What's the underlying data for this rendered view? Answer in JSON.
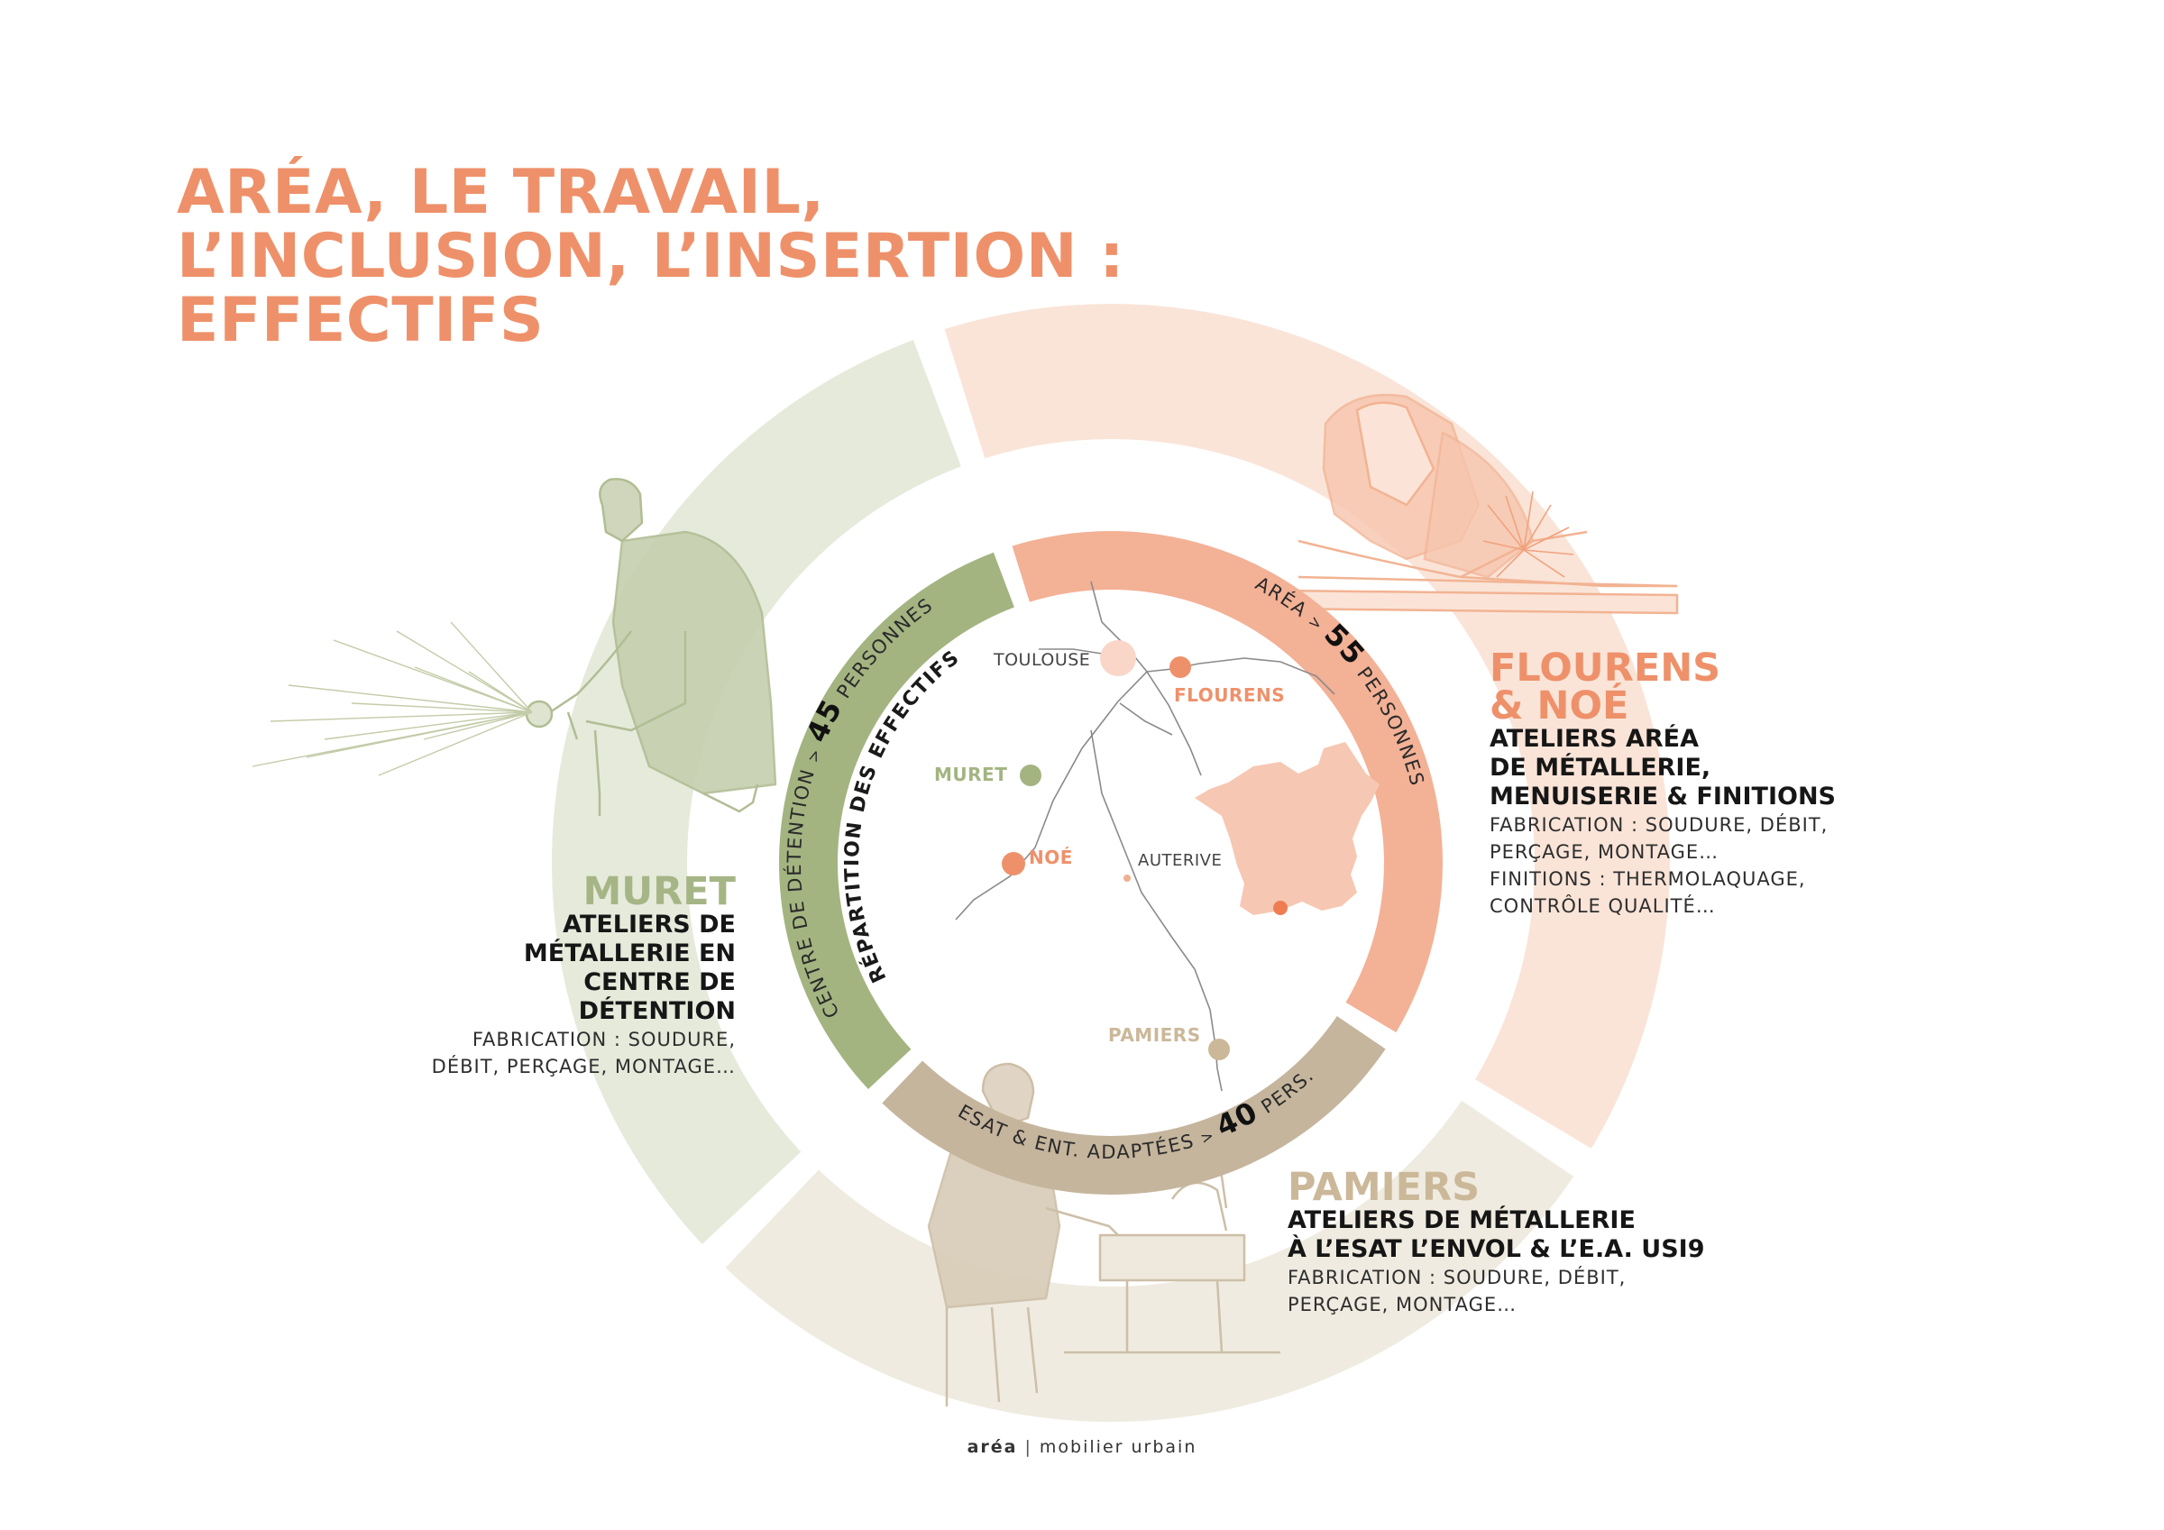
{
  "title": {
    "line1": "ARÉA, LE TRAVAIL,",
    "line2": "L’INCLUSION, L’INSERTION :",
    "line3": "EFFECTIFS"
  },
  "center_label": "RÉPARTITION DES EFFECTIFS",
  "colors": {
    "orange": "#ee916a",
    "green": "#a6b585",
    "beige": "#cbb899",
    "ring_orange": "#f3b196",
    "ring_green": "#a3b481",
    "ring_beige": "#c5b59d"
  },
  "chart_data": {
    "type": "pie",
    "categories": [
      "ARÉA",
      "CENTRE DE DÉTENTION",
      "ESAT & ENT. ADAPTÉES"
    ],
    "values": [
      55,
      45,
      40
    ],
    "labels": [
      {
        "prefix": "ARÉA",
        "arrow": ">",
        "value": "55",
        "unit": "PERSONNES"
      },
      {
        "prefix": "CENTRE DE DÉTENTION",
        "arrow": ">",
        "value": "45",
        "unit": "PERSONNES"
      },
      {
        "prefix": "ESAT & ENT. ADAPTÉES",
        "arrow": ">",
        "value": "40",
        "unit": "PERS."
      }
    ]
  },
  "map": {
    "cities": {
      "toulouse": "TOULOUSE",
      "flourens": "FLOURENS",
      "muret": "MURET",
      "noe": "NOÉ",
      "auterive": "AUTERIVE",
      "pamiers": "PAMIERS"
    }
  },
  "sites": {
    "muret": {
      "name": "MURET",
      "subtitle": [
        "ATELIERS DE",
        "MÉTALLERIE EN",
        "CENTRE DE",
        "DÉTENTION"
      ],
      "desc": [
        "FABRICATION : SOUDURE,",
        "DÉBIT, PERÇAGE, MONTAGE…"
      ]
    },
    "flourens": {
      "name": [
        "FLOURENS",
        "& NOÉ"
      ],
      "subtitle": [
        "ATELIERS ARÉA",
        "DE MÉTALLERIE,",
        "MENUISERIE & FINITIONS"
      ],
      "desc": [
        "FABRICATION : SOUDURE, DÉBIT,",
        "PERÇAGE, MONTAGE…",
        "FINITIONS : THERMOLAQUAGE,",
        "CONTRÔLE QUALITÉ…"
      ]
    },
    "pamiers": {
      "name": "PAMIERS",
      "subtitle": [
        "ATELIERS DE MÉTALLERIE",
        "À L’ESAT L’ENVOL & L’E.A. USI9"
      ],
      "desc": [
        "FABRICATION : SOUDURE, DÉBIT,",
        "PERÇAGE, MONTAGE…"
      ]
    }
  },
  "footer": {
    "brand": "aréa",
    "separator": "|",
    "tagline": "mobilier urbain"
  }
}
